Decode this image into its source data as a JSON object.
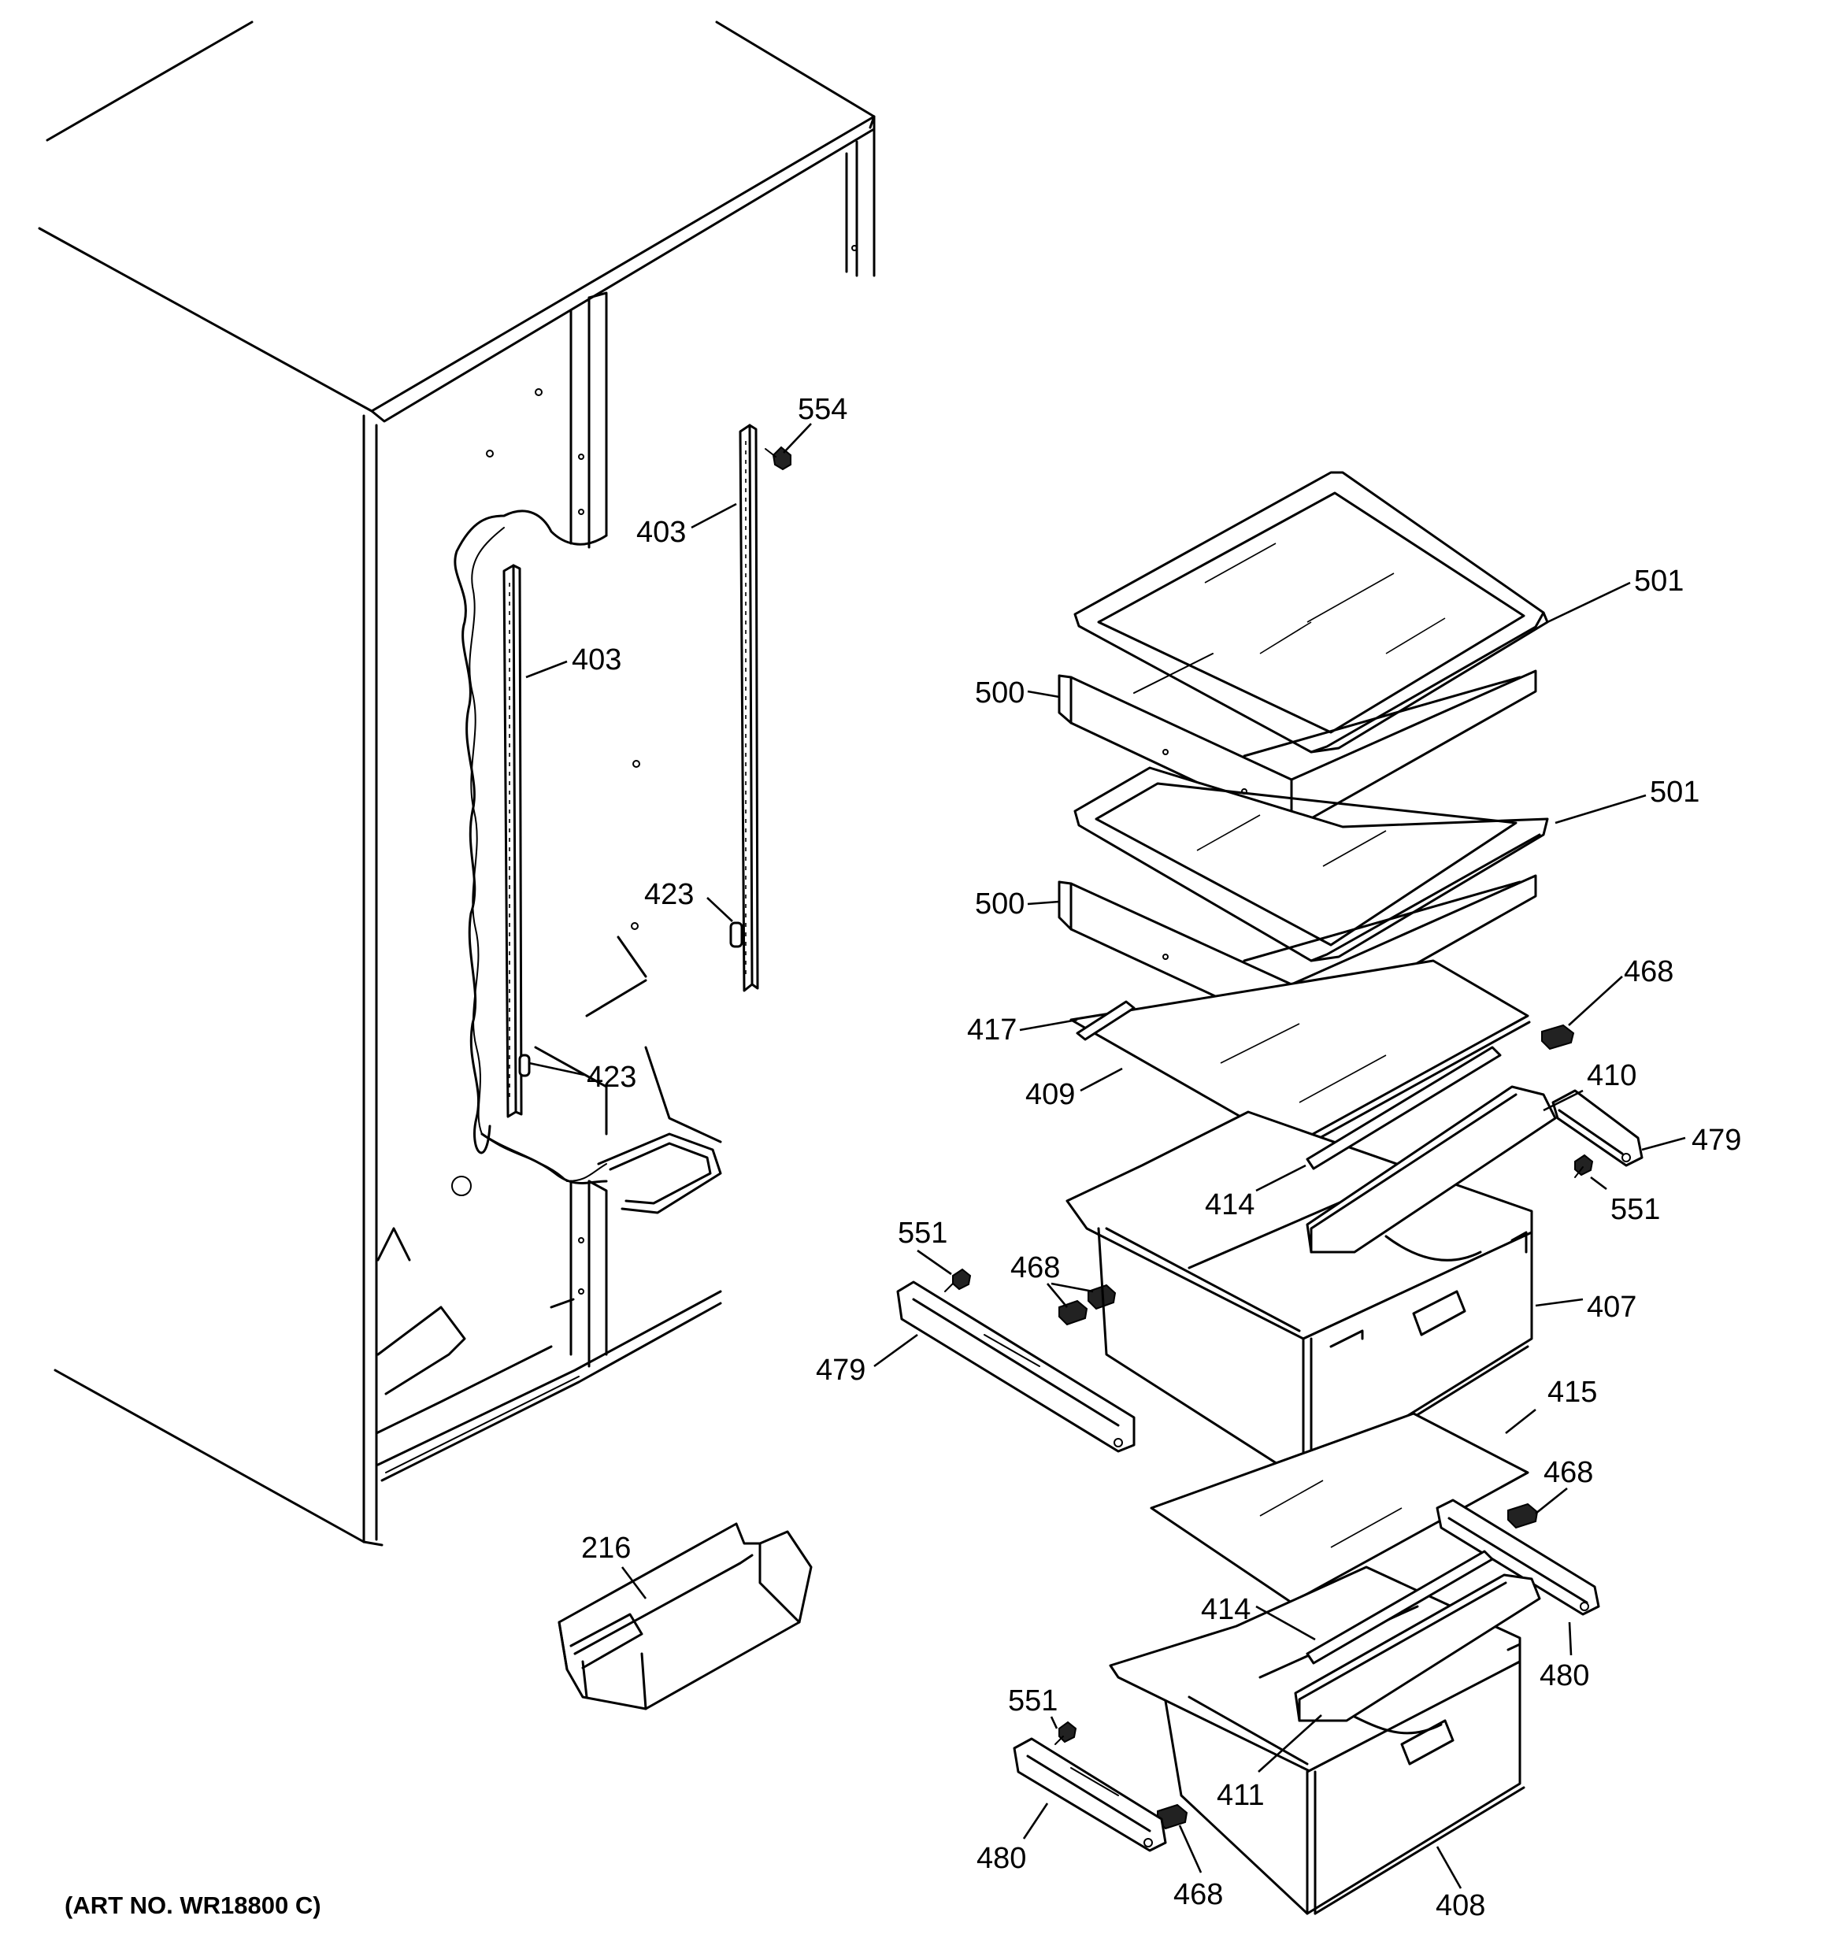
{
  "art_number": "(ART NO. WR18800 C)",
  "callouts": {
    "c554": "554",
    "c403a": "403",
    "c403b": "403",
    "c423a": "423",
    "c423b": "423",
    "c501a": "501",
    "c501b": "501",
    "c500a": "500",
    "c500b": "500",
    "c468a": "468",
    "c468b": "468",
    "c468c": "468",
    "c468d": "468",
    "c417": "417",
    "c409": "409",
    "c410": "410",
    "c479a": "479",
    "c479b": "479",
    "c551a": "551",
    "c551b": "551",
    "c551c": "551",
    "c414a": "414",
    "c414b": "414",
    "c407": "407",
    "c415": "415",
    "c480a": "480",
    "c480b": "480",
    "c216": "216",
    "c411": "411",
    "c408": "408"
  }
}
